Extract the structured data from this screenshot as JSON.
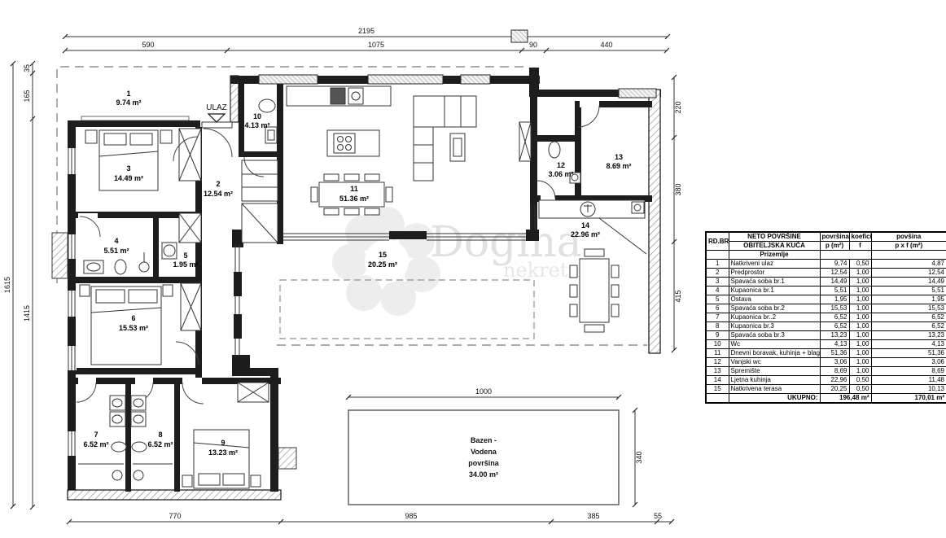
{
  "watermark": {
    "brand": "Dogma",
    "sub": "nekretnine"
  },
  "plan": {
    "entrance_label": "ULAZ",
    "rooms": [
      {
        "no": "1",
        "area": "9.74 m²"
      },
      {
        "no": "2",
        "area": "12.54 m²"
      },
      {
        "no": "3",
        "area": "14.49 m²"
      },
      {
        "no": "4",
        "area": "5.51 m²"
      },
      {
        "no": "5",
        "area": "1.95 m²"
      },
      {
        "no": "6",
        "area": "15.53 m²"
      },
      {
        "no": "7",
        "area": "6.52 m²"
      },
      {
        "no": "8",
        "area": "6.52 m²"
      },
      {
        "no": "9",
        "area": "13.23 m²"
      },
      {
        "no": "10",
        "area": "4.13 m²"
      },
      {
        "no": "11",
        "area": "51.36 m²"
      },
      {
        "no": "12",
        "area": "3.06 m²"
      },
      {
        "no": "13",
        "area": "8.69 m²"
      },
      {
        "no": "14",
        "area": "22.96 m²"
      },
      {
        "no": "15",
        "area": "20.25 m²"
      }
    ],
    "pool": {
      "line1": "Bazen -",
      "line2": "Vodena",
      "line3": "površina",
      "line4": "34.00 m²"
    },
    "dimensions": {
      "top_total": "2195",
      "top_seg1": "590",
      "top_seg2": "1075",
      "top_seg3": "90",
      "top_seg4": "440",
      "left_outer": "1615",
      "left_seg1": "35",
      "left_seg2": "165",
      "left_seg3": "1415",
      "right_seg1": "220",
      "right_seg2": "380",
      "right_seg3": "415",
      "bottom_seg1": "770",
      "bottom_seg2": "985",
      "bottom_seg3": "385",
      "bottom_seg4": "55",
      "pool_width": "1000",
      "pool_height": "340"
    }
  },
  "table": {
    "col1_header": "RD.BR.",
    "name_header_line1": "NETO POVRŠINE",
    "name_header_line2": "OBITELJSKA KUĆA",
    "p_header_line1": "površina",
    "p_header_line2": "p (m²)",
    "f_header_line1": "koeficijent",
    "f_header_line2": "f",
    "pf_header_line1": "povšina",
    "pf_header_line2": "p x f (m²)",
    "section": "Prizemlje",
    "rows": [
      {
        "no": "1",
        "name": "Natkriveni ulaz",
        "p": "9,74",
        "f": "0,50",
        "pf": "4,87"
      },
      {
        "no": "2",
        "name": "Predprostor",
        "p": "12,54",
        "f": "1,00",
        "pf": "12,54"
      },
      {
        "no": "3",
        "name": "Spavaća soba br.1",
        "p": "14,49",
        "f": "1,00",
        "pf": "14,49"
      },
      {
        "no": "4",
        "name": "Kupaonica br.1",
        "p": "5,51",
        "f": "1,00",
        "pf": "5,51"
      },
      {
        "no": "5",
        "name": "Ostava",
        "p": "1,95",
        "f": "1,00",
        "pf": "1,95"
      },
      {
        "no": "6",
        "name": "Spavaća soba br.2",
        "p": "15,53",
        "f": "1,00",
        "pf": "15,53"
      },
      {
        "no": "7",
        "name": "Kupaonica br..2",
        "p": "6,52",
        "f": "1,00",
        "pf": "6,52"
      },
      {
        "no": "8",
        "name": "Kupaonica br.3",
        "p": "6,52",
        "f": "1,00",
        "pf": "6,52"
      },
      {
        "no": "9",
        "name": "Spavaća soba br.3",
        "p": "13,23",
        "f": "1,00",
        "pf": "13,23"
      },
      {
        "no": "10",
        "name": "Wc",
        "p": "4,13",
        "f": "1,00",
        "pf": "4,13"
      },
      {
        "no": "11",
        "name": "Dnevni boravak, kuhinja + blag.",
        "p": "51,36",
        "f": "1,00",
        "pf": "51,36"
      },
      {
        "no": "12",
        "name": "Vanjski wc",
        "p": "3,06",
        "f": "1,00",
        "pf": "3,06"
      },
      {
        "no": "13",
        "name": "Spremište",
        "p": "8,69",
        "f": "1,00",
        "pf": "8,69"
      },
      {
        "no": "14",
        "name": "Ljetna kuhinja",
        "p": "22,96",
        "f": "0,50",
        "pf": "11,48"
      },
      {
        "no": "15",
        "name": "Natkrivena terasa",
        "p": "20,25",
        "f": "0,50",
        "pf": "10,13"
      }
    ],
    "total_label": "UKUPNO:",
    "total_p": "196,48 m²",
    "total_pf": "170,01 m²"
  }
}
